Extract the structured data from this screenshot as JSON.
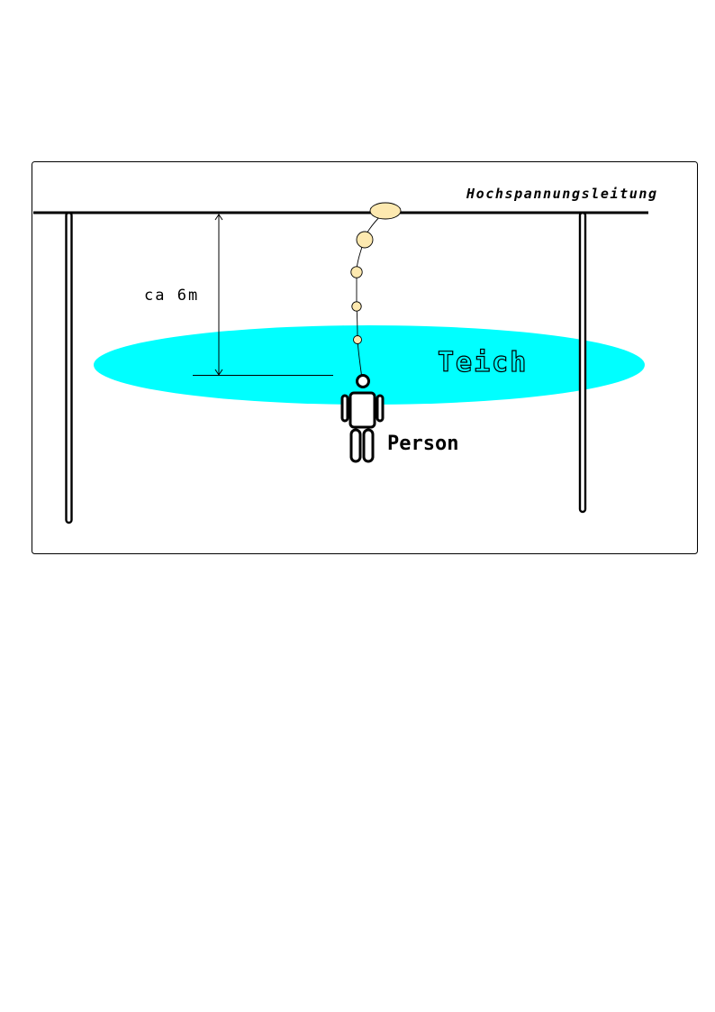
{
  "labels": {
    "power_line": "Hochspannungsleitung",
    "distance": "ca 6m",
    "pond": "Teich",
    "person": "Person"
  },
  "colors": {
    "pond": "#00ffff",
    "insulator": "#fde9b0",
    "stroke": "#000000",
    "frame": "#000000"
  }
}
